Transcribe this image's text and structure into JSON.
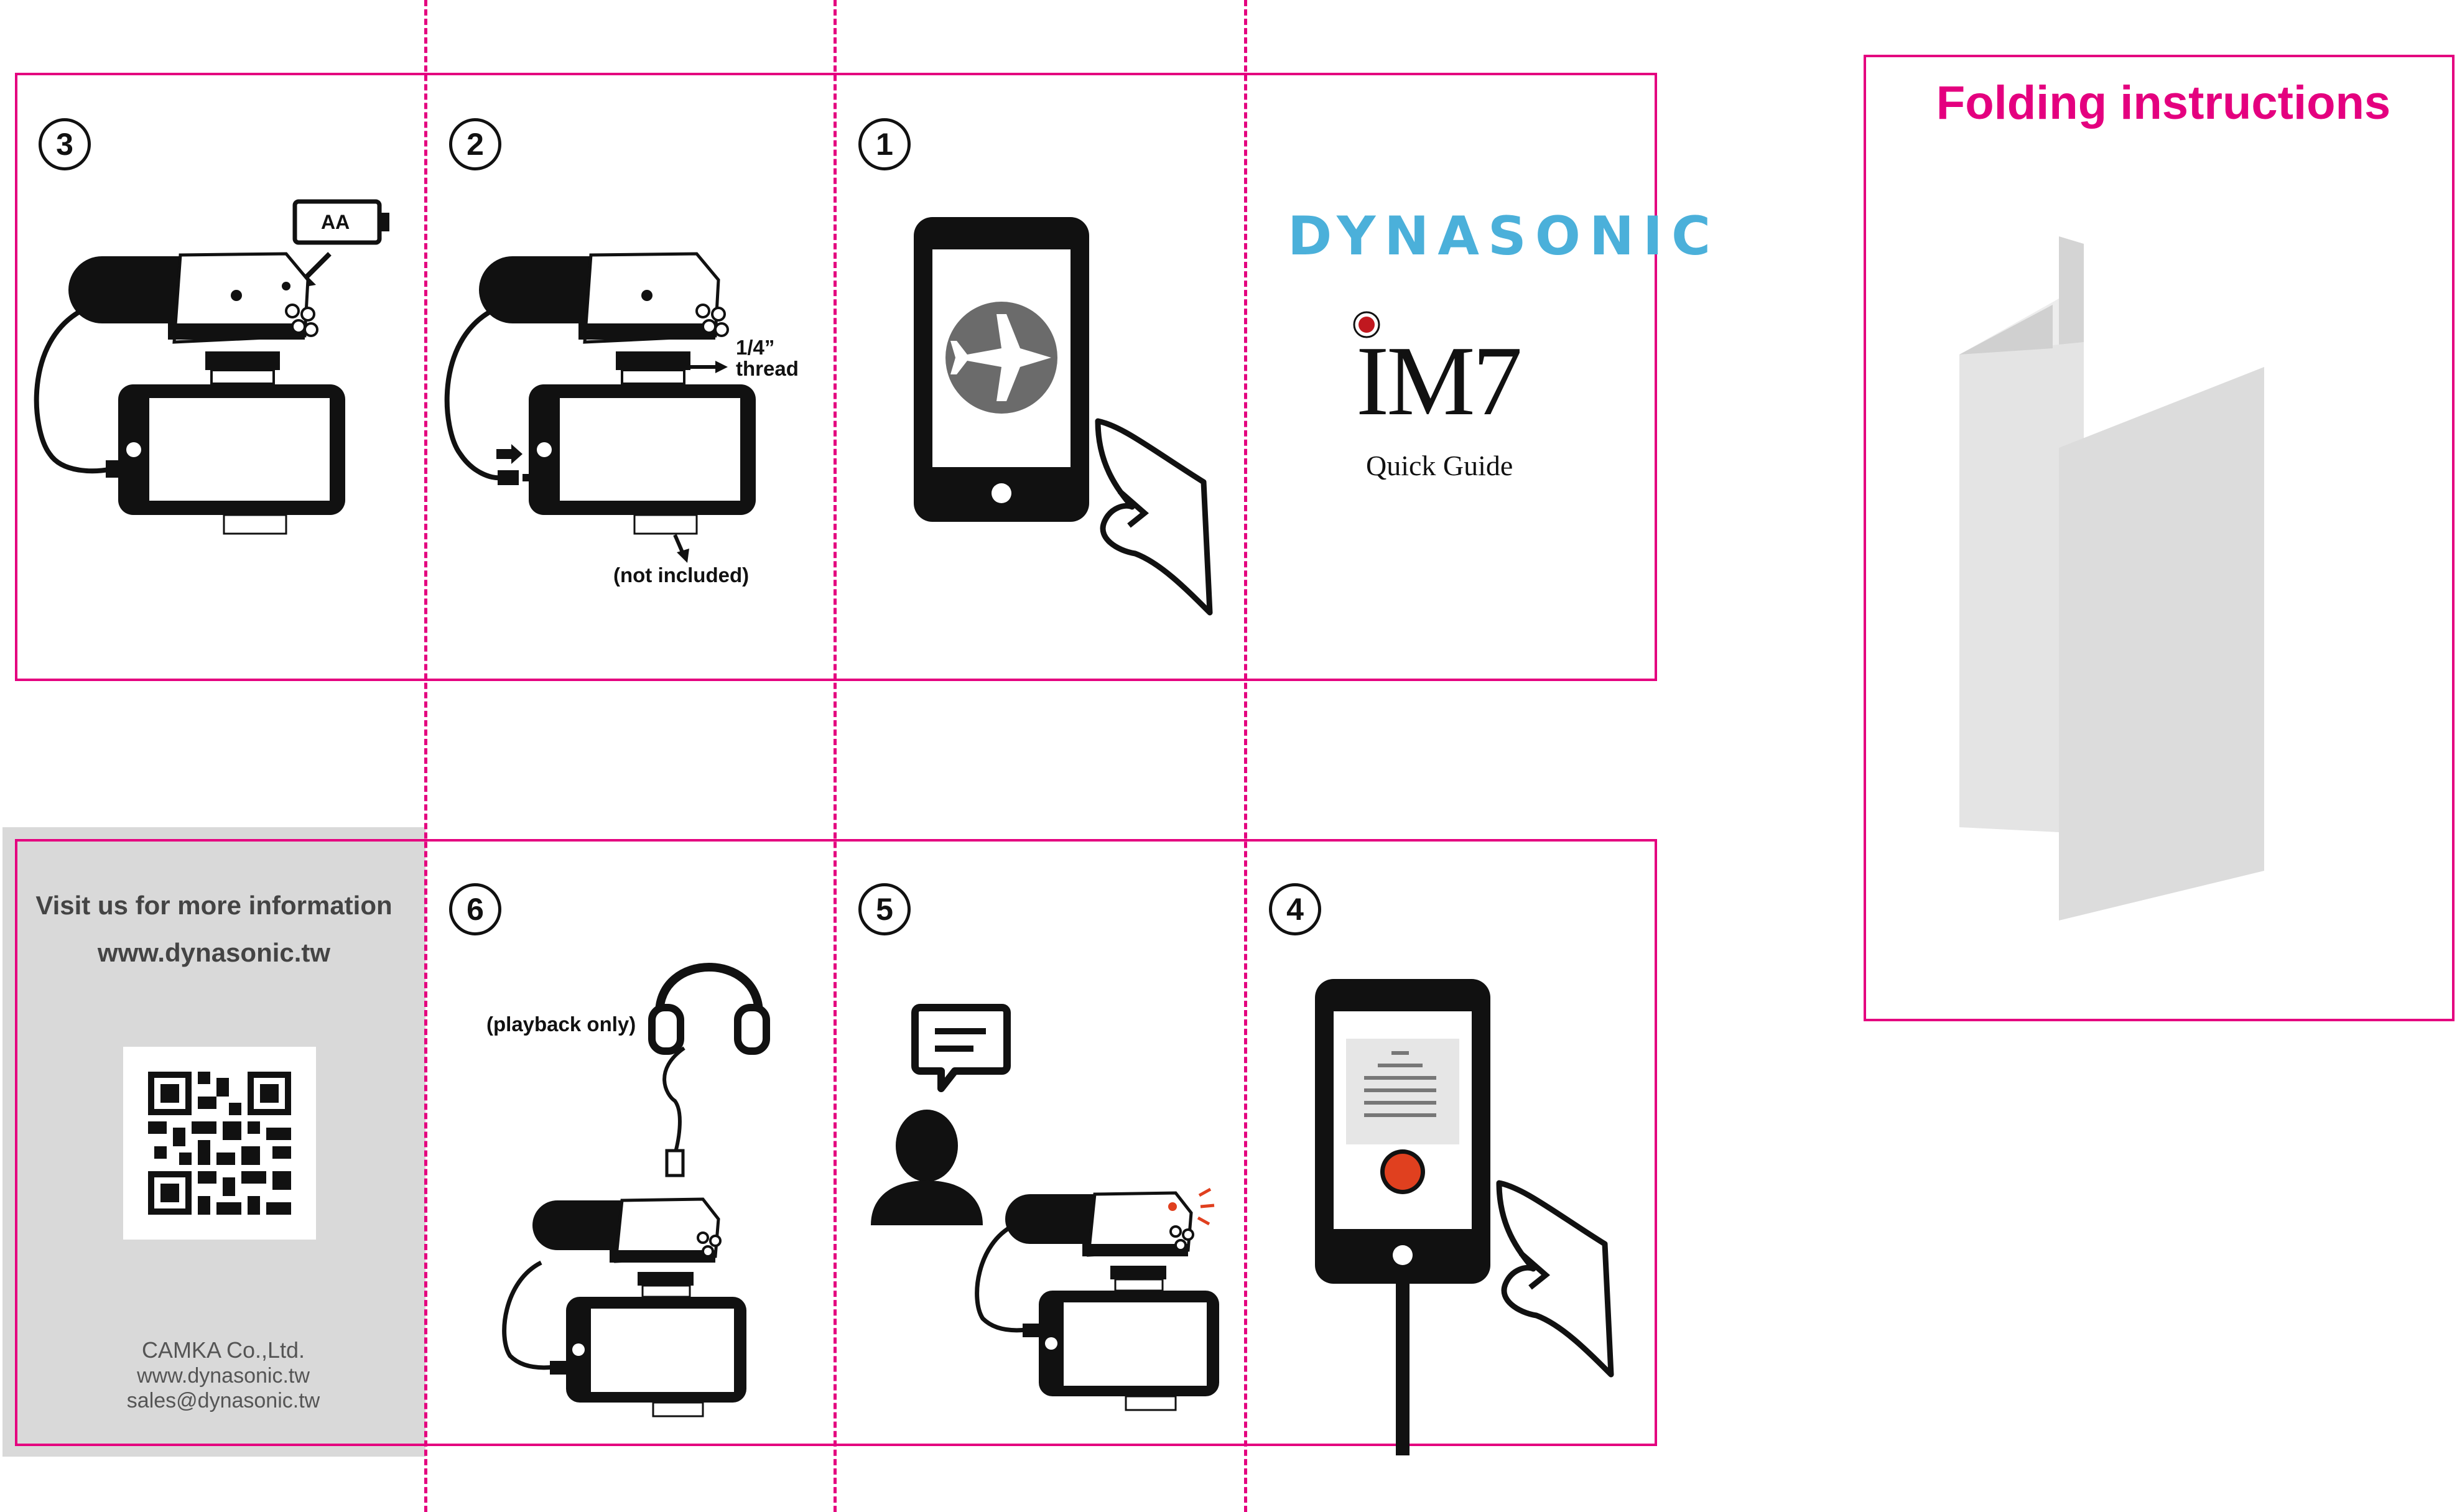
{
  "panels": {
    "p3": {
      "number": "3",
      "battery_label": "AA"
    },
    "p2": {
      "number": "2",
      "thread_label_1": "1/4”",
      "thread_label_2": "thread",
      "not_included": "(not included)"
    },
    "p1": {
      "number": "1"
    },
    "cover": {
      "brand": "DYNASONIC",
      "model": "IM7",
      "subtitle": "Quick Guide"
    },
    "info": {
      "visit": "Visit us for more information",
      "website": "www.dynasonic.tw",
      "company": "CAMKA Co.,Ltd.",
      "company_web": "www.dynasonic.tw",
      "email": "sales@dynasonic.tw"
    },
    "p6": {
      "number": "6",
      "playback_label": "(playback only)"
    },
    "p5": {
      "number": "5"
    },
    "p4": {
      "number": "4"
    }
  },
  "folding": {
    "title": "Folding instructions"
  },
  "icons": [
    "airplane-icon",
    "headphones-icon",
    "chat-bubble-icon",
    "person-icon",
    "record-button-icon",
    "battery-icon",
    "qr-code",
    "hand-icon"
  ],
  "colors": {
    "accent": "#e4007f",
    "brand": "#4bb0da",
    "record": "#e0401f",
    "gray_panel": "#d9d9d9"
  }
}
